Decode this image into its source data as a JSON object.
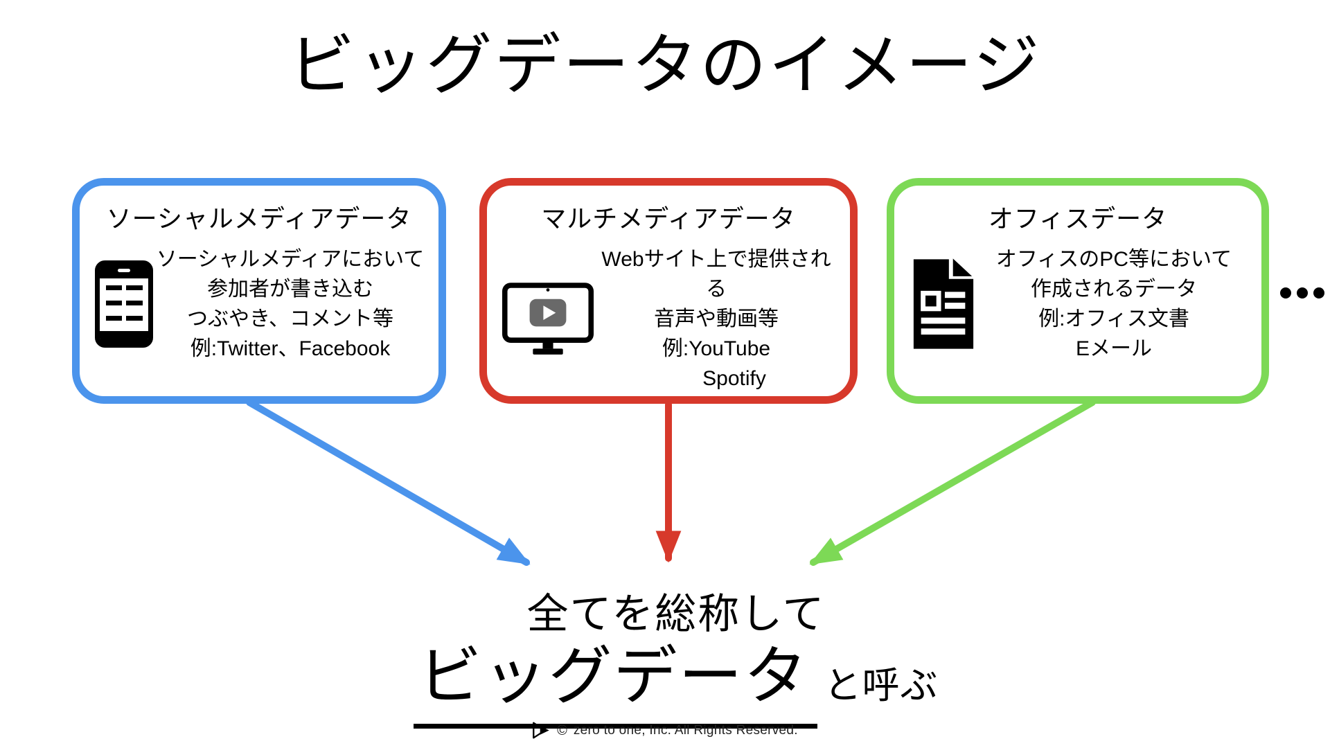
{
  "title": "ビッグデータのイメージ",
  "boxes": [
    {
      "title": "ソーシャルメディアデータ",
      "icon": "smartphone",
      "color": "#4B94EC",
      "lines": [
        "ソーシャルメディアにおいて",
        "参加者が書き込む",
        "つぶやき、コメント等",
        "例:Twitter、Facebook"
      ]
    },
    {
      "title": "マルチメディアデータ",
      "icon": "video-monitor",
      "color": "#D7392B",
      "lines": [
        "Webサイト上で提供される",
        "音声や動画等",
        "例:YouTube",
        "Spotify"
      ]
    },
    {
      "title": "オフィスデータ",
      "icon": "document",
      "color": "#7DD956",
      "lines": [
        "オフィスのPC等において",
        "作成されるデータ",
        "例:オフィス文書",
        "Eメール"
      ]
    }
  ],
  "conclusion": {
    "intro": "全てを総称して",
    "term": "ビッグデータ",
    "suffix": "と呼ぶ"
  },
  "footer": {
    "copyright": "©",
    "text": "zero to one, Inc. All Rights Reserved."
  }
}
